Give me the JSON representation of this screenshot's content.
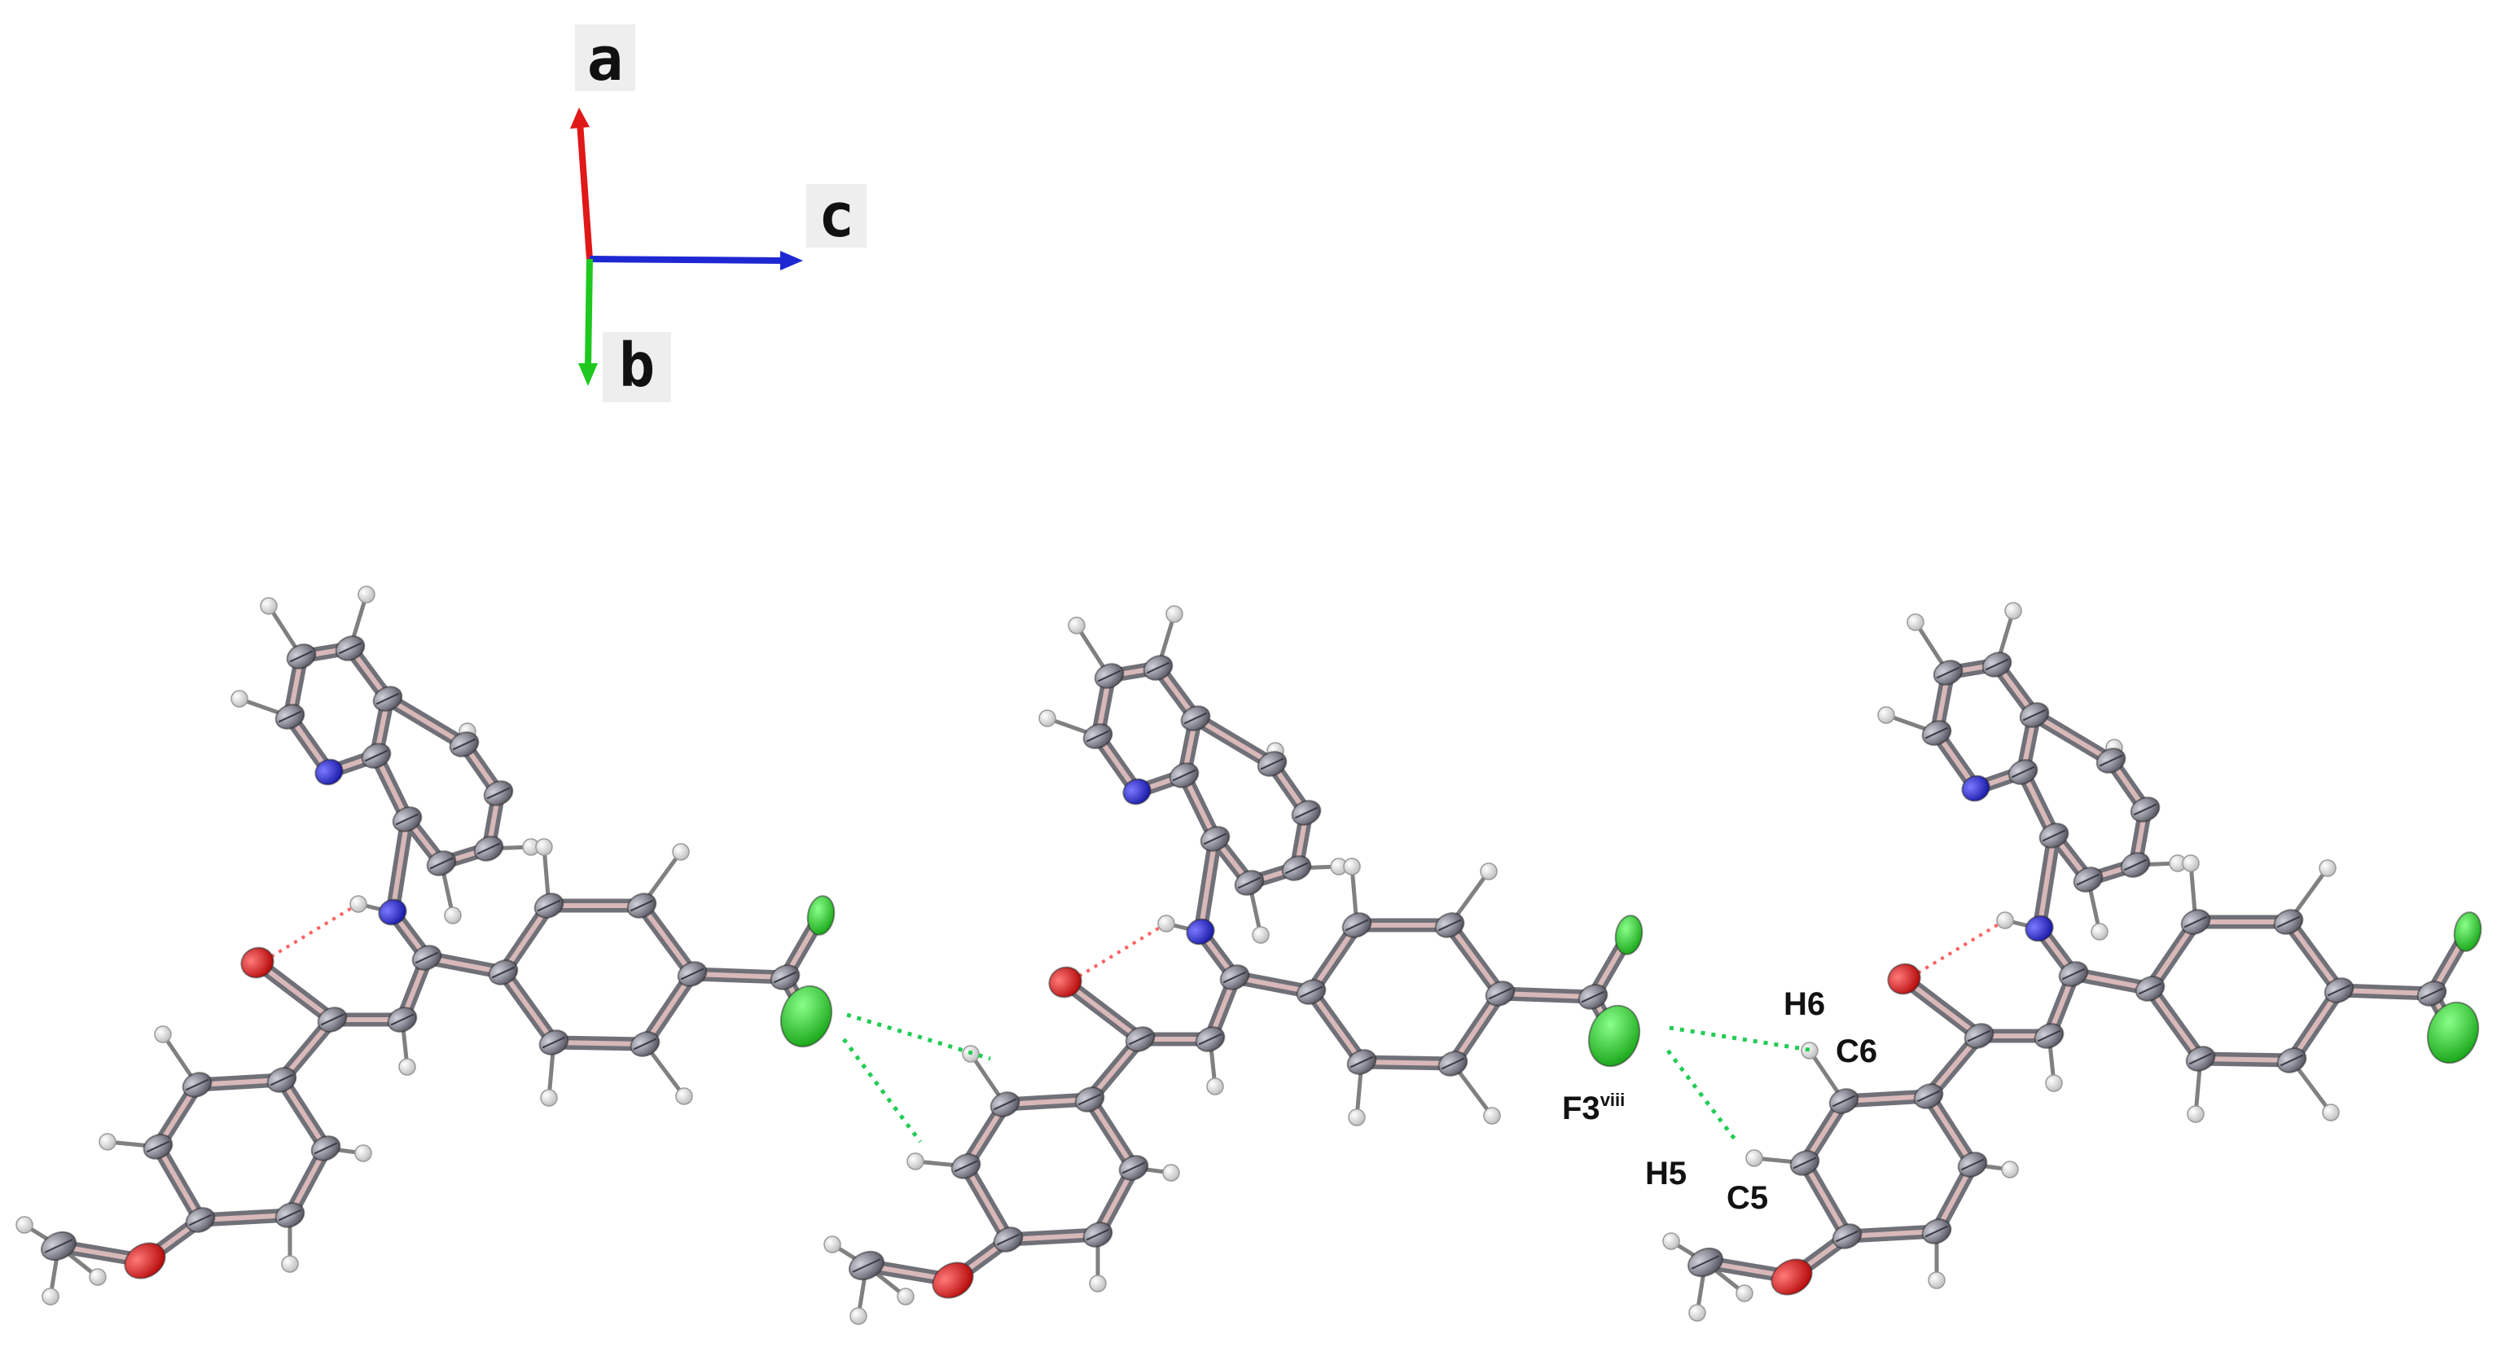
{
  "axes": {
    "a": "a",
    "b": "b",
    "c": "c",
    "colors": {
      "a": "#e01818",
      "b": "#1ec81e",
      "c": "#1e28d2"
    }
  },
  "labels": {
    "h6": "H6",
    "c6": "C6",
    "f3_base": "F3",
    "f3_sup": "viii",
    "h5": "H5",
    "c5": "C5"
  },
  "colors": {
    "carbon": "#8a8a96",
    "hydrogen": "#f2f2f2",
    "nitrogen": "#2424d8",
    "oxygen": "#e41a1a",
    "fluorine": "#22d022",
    "intra_hbond": "#ff6060",
    "contact": "#22cc55"
  }
}
